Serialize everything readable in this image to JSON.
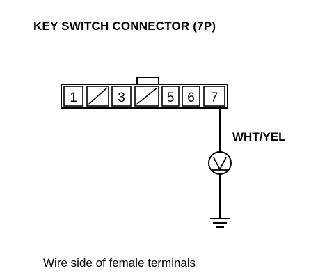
{
  "title": "KEY SWITCH CONNECTOR (7P)",
  "connector": {
    "terminals": [
      {
        "label": "1",
        "used": true
      },
      {
        "label": "",
        "used": false
      },
      {
        "label": "3",
        "used": true
      },
      {
        "label": "",
        "used": false
      },
      {
        "label": "5",
        "used": true
      },
      {
        "label": "6",
        "used": true
      },
      {
        "label": "7",
        "used": true
      }
    ]
  },
  "wire": {
    "color_label": "WHT/YEL",
    "terminal": "7"
  },
  "meter": {
    "symbol": "V"
  },
  "caption": "Wire side of female terminals"
}
